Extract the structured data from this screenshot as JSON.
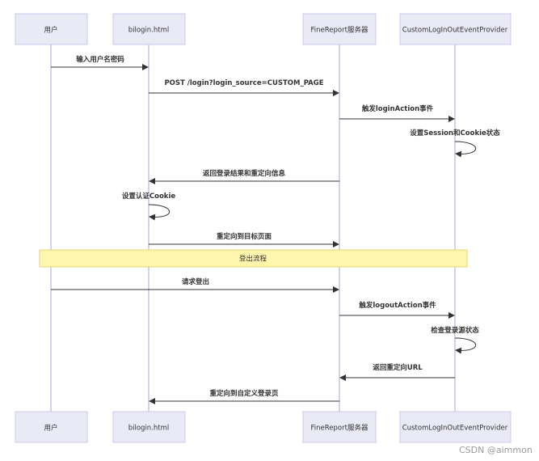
{
  "actors": [
    {
      "id": "user",
      "label": "用户"
    },
    {
      "id": "bilogin",
      "label": "bilogin.html"
    },
    {
      "id": "server",
      "label": "FineReport服务器"
    },
    {
      "id": "provider",
      "label": "CustomLogInOutEventProvider"
    }
  ],
  "messages": [
    {
      "label": "输入用户名密码"
    },
    {
      "label": "POST /login?login_source=CUSTOM_PAGE"
    },
    {
      "label": "触发loginAction事件"
    },
    {
      "label": "设置Session和Cookie状态"
    },
    {
      "label": "返回登录结果和重定向信息"
    },
    {
      "label": "设置认证Cookie"
    },
    {
      "label": "重定向到目标页面"
    },
    {
      "label": "请求登出"
    },
    {
      "label": "触发logoutAction事件"
    },
    {
      "label": "检查登录源状态"
    },
    {
      "label": "返回重定向URL"
    },
    {
      "label": "重定向到自定义登录页"
    }
  ],
  "note": {
    "label": "登出流程"
  },
  "watermark": "CSDN @aimmon"
}
